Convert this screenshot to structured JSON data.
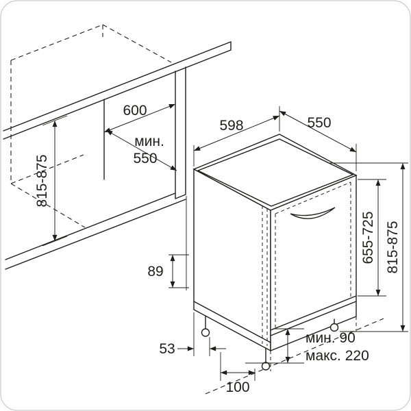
{
  "diagram": {
    "kind": "dishwasher built-in installation drawing",
    "units": "mm",
    "dimensions": {
      "niche_width": "600",
      "niche_depth_prefix": "мин.",
      "niche_depth_value": "550",
      "niche_height": "815-875",
      "appliance_width": "598",
      "appliance_depth": "550",
      "door_height": "655-725",
      "appliance_height": "815-875",
      "base_recess_height": "89",
      "base_recess_depth": "53",
      "foot_offset": "100",
      "plinth_min": "мин. 90",
      "plinth_max": "макс. 220"
    }
  }
}
